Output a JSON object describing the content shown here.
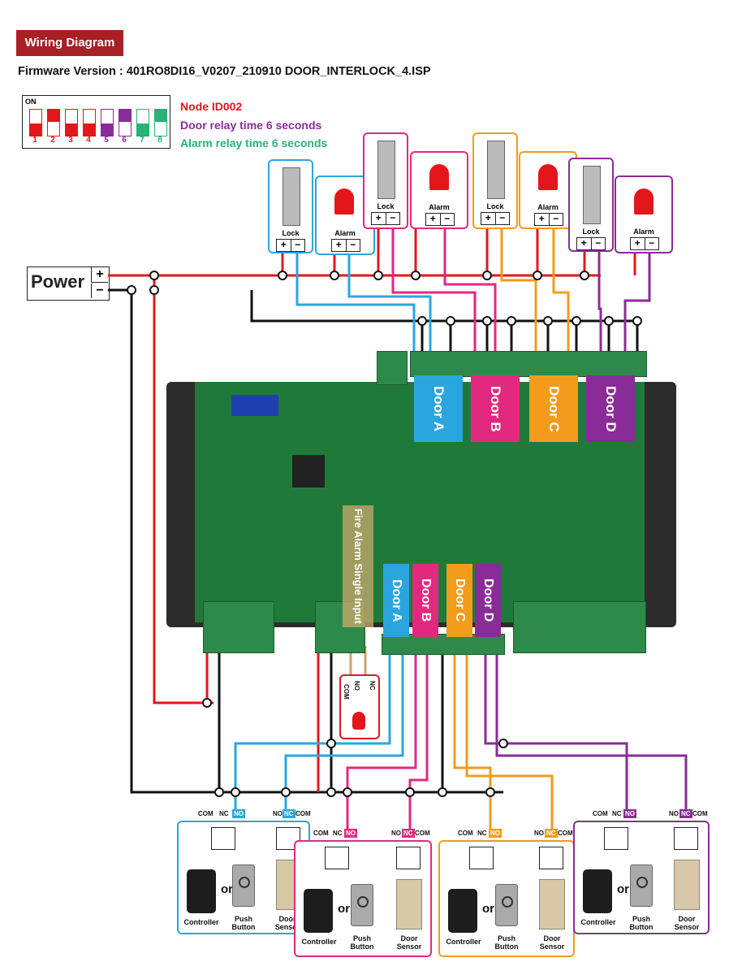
{
  "header": {
    "tag": "Wiring Diagram",
    "firmware": "Firmware Version : 401RO8DI16_V0207_210910 DOOR_INTERLOCK_4.ISP"
  },
  "dip": {
    "on_label": "ON",
    "numbers": [
      "1",
      "2",
      "3",
      "4",
      "5",
      "6",
      "7",
      "8"
    ]
  },
  "legend": {
    "node_id": "Node ID002",
    "door_relay": "Door relay time 6 seconds",
    "alarm_relay": "Alarm relay time 6 seconds"
  },
  "power": {
    "label": "Power",
    "plus": "+",
    "minus": "−"
  },
  "devices": {
    "lock": "Lock",
    "alarm": "Alarm",
    "plus": "+",
    "minus": "−"
  },
  "board": {
    "door_a": "Door A",
    "door_b": "Door B",
    "door_c": "Door C",
    "door_d": "Door D",
    "fire": "Fire Alarm Single Input"
  },
  "fire_contact": {
    "com": "COM",
    "no": "NO",
    "nc": "NC"
  },
  "bottom": {
    "com": "COM",
    "nc": "NC",
    "no": "NO",
    "or": "or",
    "controller": "Controller",
    "push_button": "Push Button",
    "door_sensor": "Door Sensor"
  },
  "colors": {
    "red": "#e3171b",
    "blue": "#2aa6df",
    "pink": "#e2297f",
    "orange": "#f39b1b",
    "purple": "#8a2c97",
    "green": "#27b276",
    "black": "#111111"
  }
}
